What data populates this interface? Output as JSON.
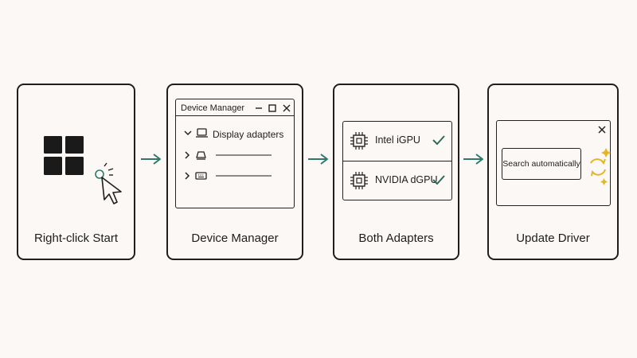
{
  "colors": {
    "accent_arrow": "#2f7a6b",
    "check": "#2f6b5a",
    "sparkle": "#e6b422",
    "stroke": "#1f1f1f"
  },
  "steps": [
    {
      "caption": "Right-click Start",
      "icons": [
        "windows-logo-icon",
        "cursor-click-icon"
      ]
    },
    {
      "caption": "Device Manager",
      "window_title": "Device Manager",
      "tree_items": [
        {
          "label": "Display adapters",
          "icon": "monitor-icon",
          "expanded": true
        },
        {
          "label": "",
          "icon": "drive-icon",
          "expanded": false
        },
        {
          "label": "",
          "icon": "keyboard-icon",
          "expanded": false
        }
      ]
    },
    {
      "caption": "Both Adapters",
      "adapters": [
        {
          "label": "Intel iGPU",
          "icon": "chip-icon",
          "status": "check-icon"
        },
        {
          "label": "NVIDIA dGPU",
          "icon": "chip-icon",
          "status": "check-icon"
        }
      ]
    },
    {
      "caption": "Update Driver",
      "button_label": "Search automatically",
      "icons": [
        "close-icon",
        "refresh-icon",
        "sparkle-icon"
      ]
    }
  ]
}
